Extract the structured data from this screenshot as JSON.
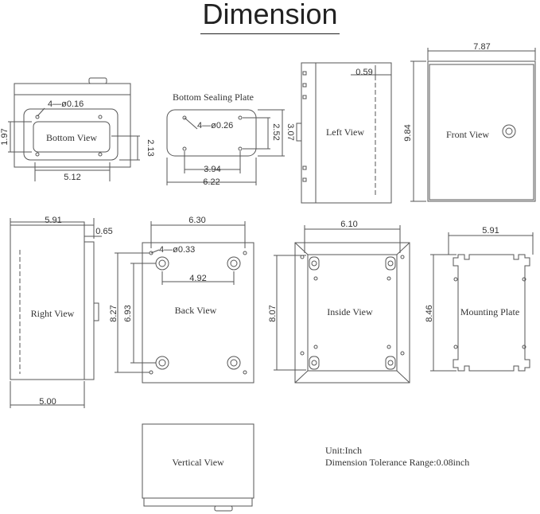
{
  "title": "Dimension",
  "views": {
    "bottom": {
      "label": "Bottom View",
      "holes": "4—ø0.16",
      "w": "5.12",
      "h_left": "1.97",
      "h_right": "2.13"
    },
    "sealing": {
      "label": "Bottom Sealing Plate",
      "holes": "4—ø0.26",
      "inner_w": "3.94",
      "outer_w": "6.22",
      "inner_h": "2.52",
      "outer_h": "3.07"
    },
    "left": {
      "label": "Left View",
      "depth": "0.59"
    },
    "front": {
      "label": "Front View",
      "w": "7.87",
      "h": "9.84"
    },
    "right": {
      "label": "Right View",
      "top_w": "5.91",
      "flange": "0.65",
      "bottom_w": "5.00"
    },
    "back": {
      "label": "Back View",
      "holes": "4—ø0.33",
      "outer_w": "6.30",
      "inner_w": "4.92",
      "outer_h": "8.27",
      "inner_h": "6.93"
    },
    "inside": {
      "label": "Inside View",
      "w": "6.10",
      "h": "8.07"
    },
    "mounting": {
      "label": "Mounting Plate",
      "w": "5.91",
      "h": "8.46"
    },
    "vertical": {
      "label": "Vertical View"
    }
  },
  "notes": {
    "unit": "Unit:Inch",
    "tolerance": "Dimension Tolerance Range:0.08inch"
  }
}
